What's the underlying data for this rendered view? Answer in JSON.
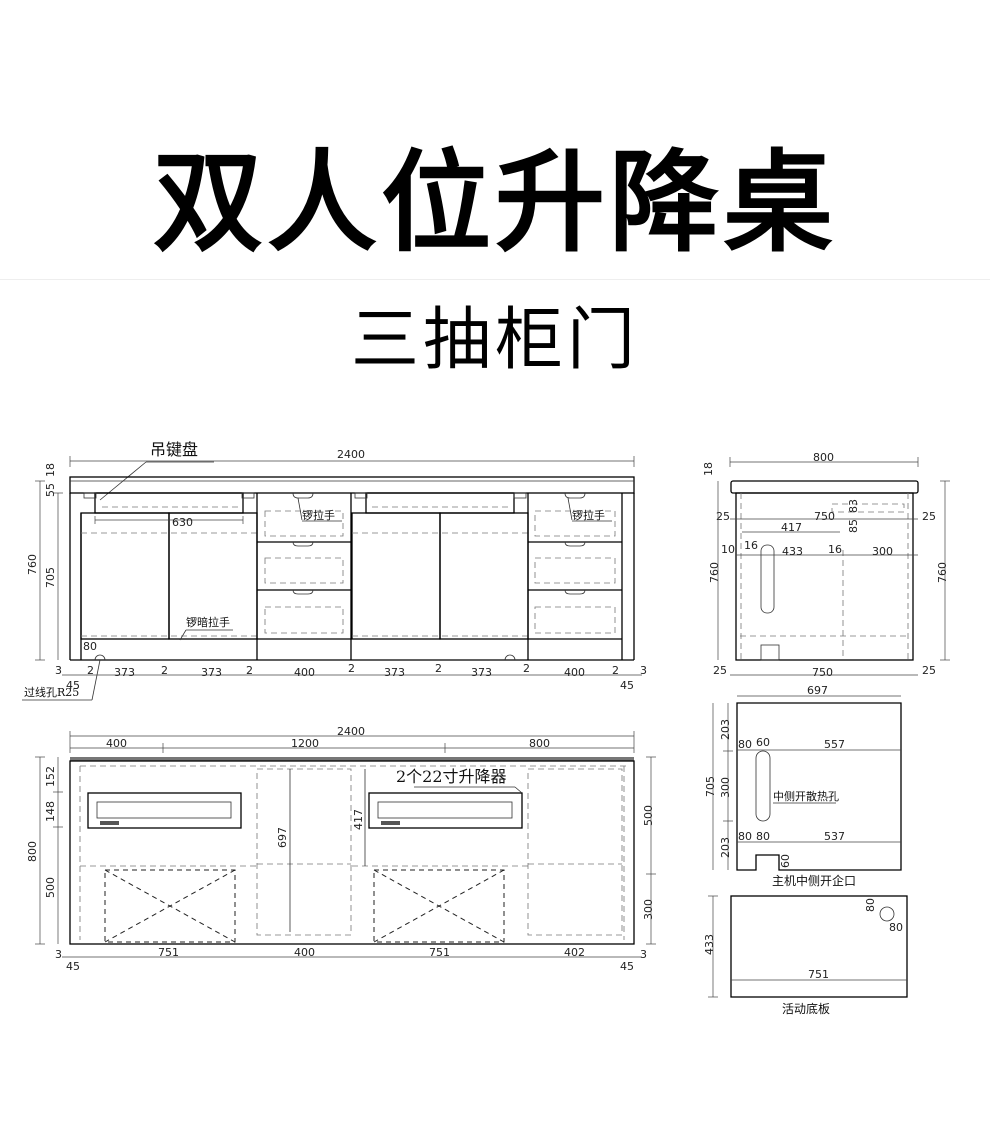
{
  "header": {
    "title": "双人位升降桌",
    "subtitle": "三抽柜门"
  },
  "front_view": {
    "total_width": "2400",
    "label_keyboard": "吊键盘",
    "label_handle": "锣拉手",
    "label_handle_right": "锣拉手",
    "label_hidden_handle": "锣暗拉手",
    "label_cable_hole": "过线孔R25",
    "dim_630": "630",
    "dim_80": "80",
    "height_760": "760",
    "height_705": "705",
    "top_55": "55",
    "top_18": "18",
    "bottom_dims": [
      "3",
      "2",
      "373",
      "2",
      "373",
      "2",
      "400",
      "2",
      "373",
      "2",
      "373",
      "2",
      "400",
      "2",
      "3"
    ],
    "dim_45_left": "45",
    "dim_45_right": "45"
  },
  "side_view": {
    "width_800": "800",
    "top_18": "18",
    "dim_25_left": "25",
    "dim_750_top": "750",
    "dim_25_right": "25",
    "dim_417": "417",
    "dim_85": "85",
    "dim_83": "83",
    "dim_10": "10",
    "dim_16a": "16",
    "dim_433": "433",
    "dim_16b": "16",
    "dim_300": "300",
    "height_left": "760",
    "height_right": "760",
    "bottom_25_left": "25",
    "bottom_750": "750",
    "bottom_25_right": "25"
  },
  "plan_view": {
    "total_width": "2400",
    "seg_400": "400",
    "seg_1200": "1200",
    "seg_800": "800",
    "label_lifter": "2个22寸升降器",
    "dim_152": "152",
    "dim_148": "148",
    "dim_800": "800",
    "dim_500_left": "500",
    "dim_697": "697",
    "dim_417": "417",
    "dim_500_right": "500",
    "dim_300_right": "300",
    "bottom_dims": [
      "3",
      "751",
      "400",
      "751",
      "402",
      "3"
    ],
    "dim_45_left": "45",
    "dim_45_right": "45"
  },
  "side_panel": {
    "width_697": "697",
    "dim_203_top": "203",
    "dim_300": "300",
    "dim_203_bottom": "203",
    "dim_705": "705",
    "dim_80_a": "80",
    "dim_60_a": "60",
    "dim_557": "557",
    "dim_80_b": "80",
    "dim_80_c": "80",
    "dim_537": "537",
    "dim_60_notch": "60",
    "label_vent": "中侧开散热孔",
    "caption": "主机中侧开企口"
  },
  "bottom_board": {
    "dim_433": "433",
    "dim_751": "751",
    "dim_80_a": "80",
    "dim_80_b": "80",
    "caption": "活动底板"
  }
}
